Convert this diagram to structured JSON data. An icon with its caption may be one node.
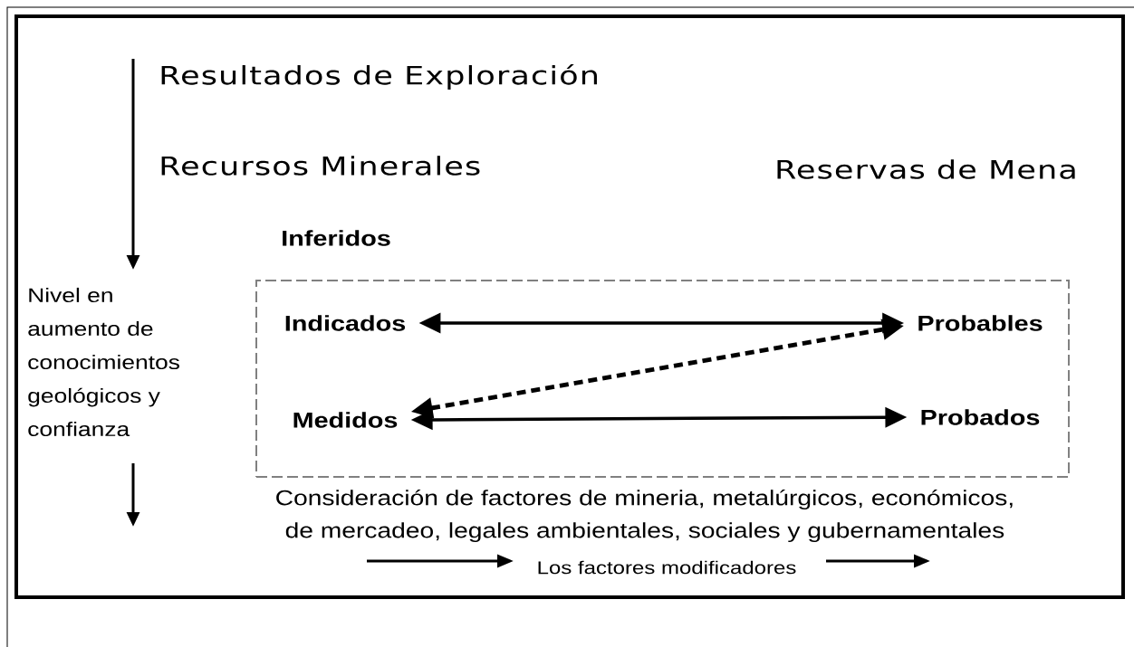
{
  "diagram": {
    "nodes": [
      {
        "text": [],
        "shape": "box"
      },
      {
        "text": [
          "Indicados"
        ],
        "in": 0
      },
      {
        "text": [
          "Probables"
        ],
        "in": 0
      },
      {
        "text": [
          "Medidos"
        ],
        "in": 0
      },
      {
        "text": [
          "Probados"
        ],
        "in": 0
      }
    ],
    "edges": [
      {
        "from": 1,
        "to": 2,
        "arrow": "both"
      },
      {
        "from": 3,
        "to": 2,
        "arrow": "both",
        "style": "dashed"
      },
      {
        "from": 3,
        "to": 4,
        "arrow": "both"
      }
    ],
    "labels": [
      "Resultados de Exploración",
      "Recursos Minerales",
      "Reservas de Mena",
      "Inferidos",
      "Nivel en aumento de conocimientos geológicos y confianza",
      "Consideración de factores de mineria, metalúrgicos, económicos, de mercadeo, legales ambientales, sociales y gubernamentales",
      "Los factores modificadores"
    ]
  }
}
